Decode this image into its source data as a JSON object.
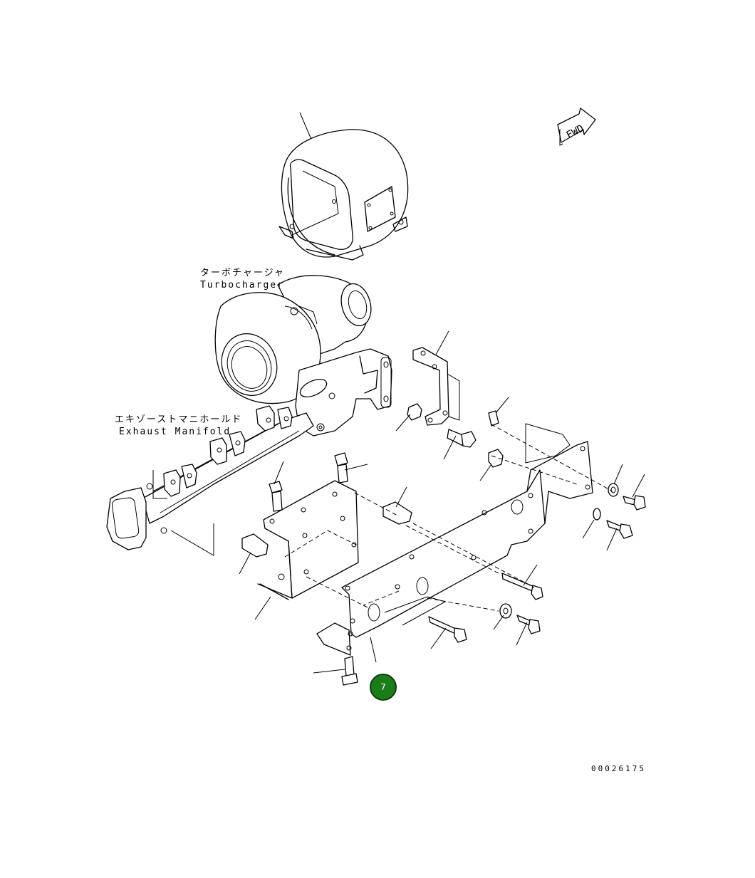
{
  "labels": {
    "turbocharger_jp": "ターボチャージャ",
    "turbocharger_en": "Turbocharger",
    "manifold_jp": "エキゾーストマニホールド",
    "manifold_en": "Exhaust Manifold"
  },
  "fwd_label": "FWD",
  "callout": {
    "number": "7",
    "color": "#1a7d1a"
  },
  "drawing_number": "00026175"
}
